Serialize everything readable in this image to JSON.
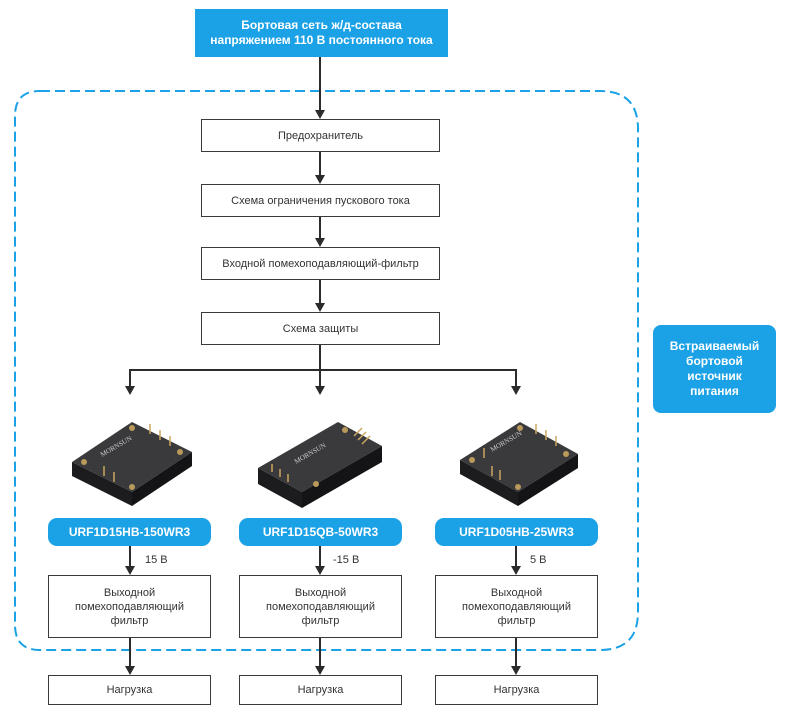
{
  "source": {
    "text_line1": "Бортовая сеть ж/д-состава",
    "text_line2": "напряжением 110 В постоянного тока"
  },
  "chain": [
    {
      "label": "Предохранитель"
    },
    {
      "label": "Схема ограничения пускового тока"
    },
    {
      "label": "Входной помехоподавляющий-фильтр"
    },
    {
      "label": "Схема защиты"
    }
  ],
  "side_label": {
    "lines": [
      "Встраиваемый",
      "бортовой",
      "источник",
      "питания"
    ]
  },
  "branches": [
    {
      "model": "URF1D15HB-150WR3",
      "voltage": "15 В",
      "filter": [
        "Выходной",
        "помехоподавляющий",
        "фильтр"
      ],
      "load": "Нагрузка",
      "brand": "MORNSUN"
    },
    {
      "model": "URF1D15QB-50WR3",
      "voltage": "-15 В",
      "filter": [
        "Выходной",
        "помехоподавляющий",
        "фильтр"
      ],
      "load": "Нагрузка",
      "brand": "MORNSUN"
    },
    {
      "model": "URF1D05HB-25WR3",
      "voltage": "5 В",
      "filter": [
        "Выходной",
        "помехоподавляющий",
        "фильтр"
      ],
      "load": "Нагрузка",
      "brand": "MORNSUN"
    }
  ],
  "colors": {
    "accent": "#1ba1e6",
    "line": "#2b2b2b",
    "module": "#2a2a2c"
  }
}
